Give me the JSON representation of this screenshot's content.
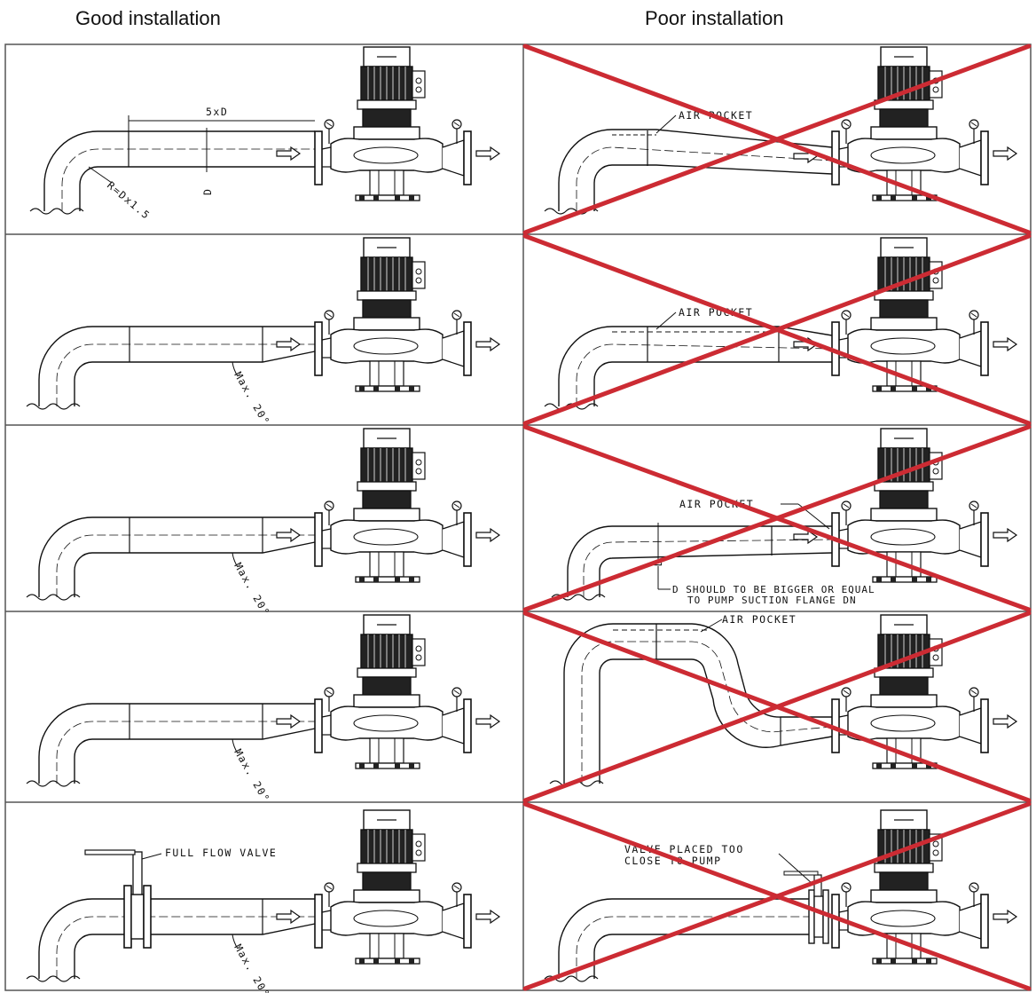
{
  "headers": {
    "good": "Good installation",
    "poor": "Poor installation"
  },
  "labels": {
    "dist": "5xD",
    "diam": "D",
    "radius": "R=Dx1.5",
    "max_angle": "Max. 20°",
    "air_pocket": "AIR POCKET",
    "d_should_1": "D SHOULD TO BE BIGGER OR EQUAL",
    "d_should_2": "TO PUMP SUCTION FLANGE DN",
    "full_flow_valve": "FULL FLOW VALVE",
    "valve_close_1": "VALVE PLACED TOO",
    "valve_close_2": "CLOSE TO PUMP"
  },
  "colors": {
    "cross": "#cc2b33",
    "line": "#111111",
    "grid": "#555555"
  },
  "icons": {
    "pump": "vertical-inline-pump-icon",
    "arrow": "flow-arrow-icon",
    "cross": "red-x-cross-icon"
  }
}
